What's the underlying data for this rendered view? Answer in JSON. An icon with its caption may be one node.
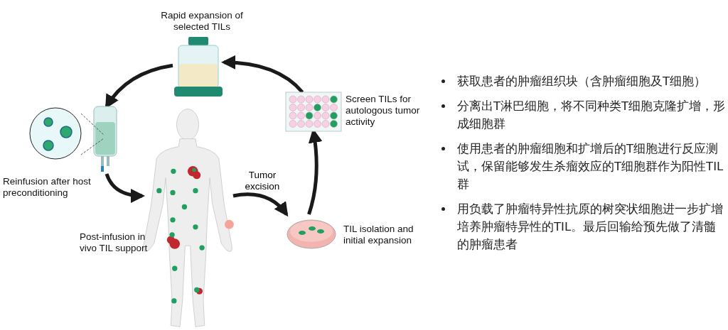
{
  "diagram": {
    "nodes": [
      {
        "text": [],
        "shape": "picture",
        "beside": [
          "Rapid expansion of selected TILs"
        ]
      },
      {
        "text": [],
        "shape": "picture",
        "beside": [
          "Reinfusion after host preconditioning"
        ]
      },
      {
        "text": [],
        "shape": "person",
        "beside": [
          "Post-infusion in vivo TIL support"
        ]
      },
      {
        "text": [],
        "shape": "picture",
        "beside": [
          "TIL isolation and initial expansion"
        ]
      },
      {
        "text": [],
        "shape": "picture",
        "beside": [
          "Screen TILs for autologous tumor activity"
        ]
      }
    ],
    "edges": [
      {
        "from": 0,
        "to": 1,
        "arrow": "to"
      },
      {
        "from": 1,
        "to": 2,
        "arrow": "to"
      },
      {
        "from": 2,
        "to": 3,
        "arrow": "to",
        "label": "Tumor excision"
      },
      {
        "from": 3,
        "to": 4,
        "arrow": "to"
      },
      {
        "from": 4,
        "to": 0,
        "arrow": "to"
      }
    ],
    "labels": [
      "获取患者的肿瘤组织块（含肿瘤细胞及T细胞）",
      "分离出T淋巴细胞，将不同种类T细胞克隆扩增，形成细胞群",
      "使用患者的肿瘤细胞和扩增后的T细胞进行反应测试，保留能够发生杀瘤效应的T细胞群作为阳性TIL群",
      "用负载了肿瘤特异性抗原的树突状细胞进一步扩增培养肿瘤特异性的TIL。最后回输给预先做了清髓的肿瘤患者"
    ]
  }
}
